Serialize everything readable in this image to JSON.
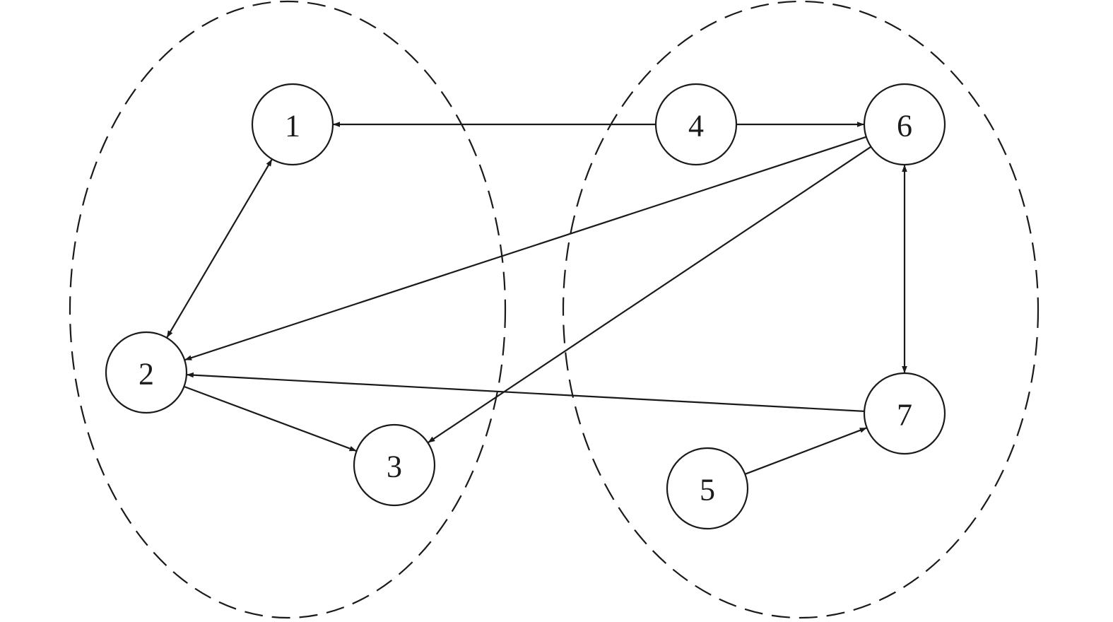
{
  "colors": {
    "stroke": "#1a1a1a",
    "background": "#ffffff"
  },
  "groups": [
    {
      "id": "left-group"
    },
    {
      "id": "right-group"
    }
  ],
  "nodes": [
    {
      "id": "1",
      "label": "1"
    },
    {
      "id": "2",
      "label": "2"
    },
    {
      "id": "3",
      "label": "3"
    },
    {
      "id": "4",
      "label": "4"
    },
    {
      "id": "5",
      "label": "5"
    },
    {
      "id": "6",
      "label": "6"
    },
    {
      "id": "7",
      "label": "7"
    }
  ],
  "edges": [
    {
      "from": "4",
      "to": "1",
      "bidirectional": false
    },
    {
      "from": "4",
      "to": "6",
      "bidirectional": false
    },
    {
      "from": "1",
      "to": "2",
      "bidirectional": true
    },
    {
      "from": "6",
      "to": "2",
      "bidirectional": false
    },
    {
      "from": "6",
      "to": "3",
      "bidirectional": false
    },
    {
      "from": "6",
      "to": "7",
      "bidirectional": true
    },
    {
      "from": "7",
      "to": "2",
      "bidirectional": false
    },
    {
      "from": "2",
      "to": "3",
      "bidirectional": false
    },
    {
      "from": "5",
      "to": "7",
      "bidirectional": false
    }
  ]
}
